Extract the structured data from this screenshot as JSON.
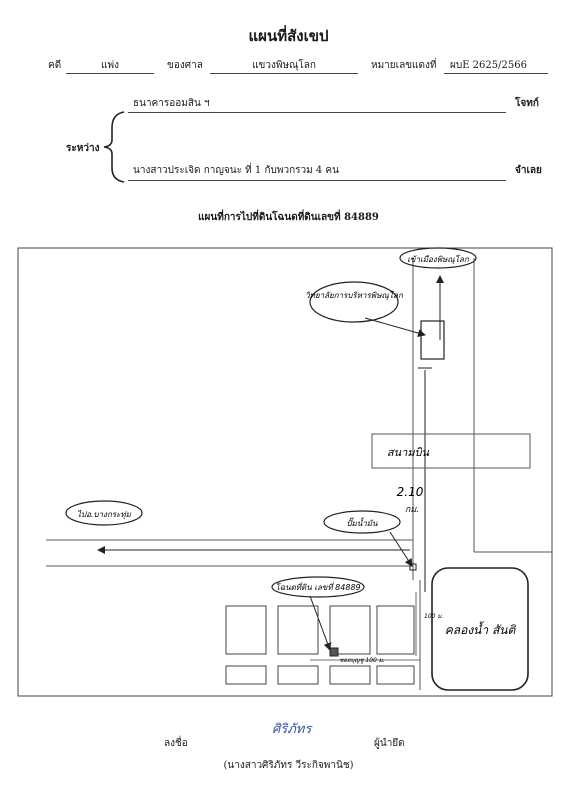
{
  "title": "แผนที่สังเขป",
  "case_row": {
    "case_label": "คดี",
    "case_type": "แพ่ง",
    "court_label": "ของศาล",
    "court_name": "แขวงพิษณุโลก",
    "number_label": "หมายเลขแดงที่",
    "number_value": "ผบE 2625/2566"
  },
  "parties": {
    "between_label": "ระหว่าง",
    "plaintiff_name": "ธนาคารออมสิน ฯ",
    "plaintiff_role": "โจทก์",
    "defendant_name": "นางสาวประเจิด  กาญจนะ  ที่ 1 กับพวกรวม 4 คน",
    "defendant_role": "จำเลย"
  },
  "map_title": "แผนที่การไปที่ดินโฉนดที่ดินเลขที่  84889",
  "map_labels": {
    "to_city": "เข้าเมืองพิษณุโลก",
    "college": "วิทยาลัยการบริหารพิษณุโลก",
    "airport": "สนามบิน",
    "distance": "2.10",
    "distance_unit": "กม.",
    "to_lake": "ไปอ.บางกระทุ่ม",
    "gas_station": "ปั๊มน้ำมัน",
    "plot_label": "โฉนดที่ดิน เลขที่ 84889",
    "pond": "คลองน้ำ สันติ",
    "side_measure": "100 ม.",
    "bottom_measure": "ซอยบุญชู 100 ม."
  },
  "signature": {
    "sign_label": "ลงชื่อ",
    "signature_text": "ศิริภัทร",
    "role": "ผู้นำยึด",
    "name": "(นางสาวศิริภัทร  วีระกิจพานิช)"
  }
}
